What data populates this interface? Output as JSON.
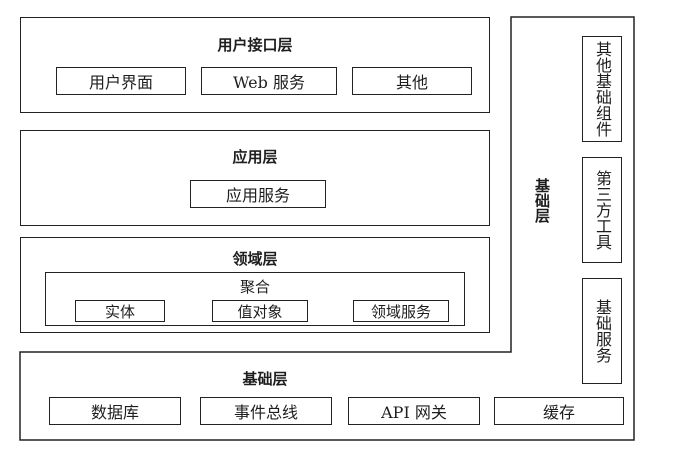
{
  "user_layer": {
    "title": "用户接口层",
    "items": [
      "用户界面",
      "Web 服务",
      "其他"
    ]
  },
  "app_layer": {
    "title": "应用层",
    "items": [
      "应用服务"
    ]
  },
  "domain_layer": {
    "title": "领域层",
    "aggregate": {
      "title": "聚合",
      "items": [
        "实体",
        "值对象",
        "领域服务"
      ]
    }
  },
  "infra_layer": {
    "title": "基础层",
    "side_title": "基础层",
    "items": [
      "数据库",
      "事件总线",
      "API 网关",
      "缓存"
    ],
    "side_items": [
      "其他基础组件",
      "第三方工具",
      "基础服务"
    ]
  }
}
